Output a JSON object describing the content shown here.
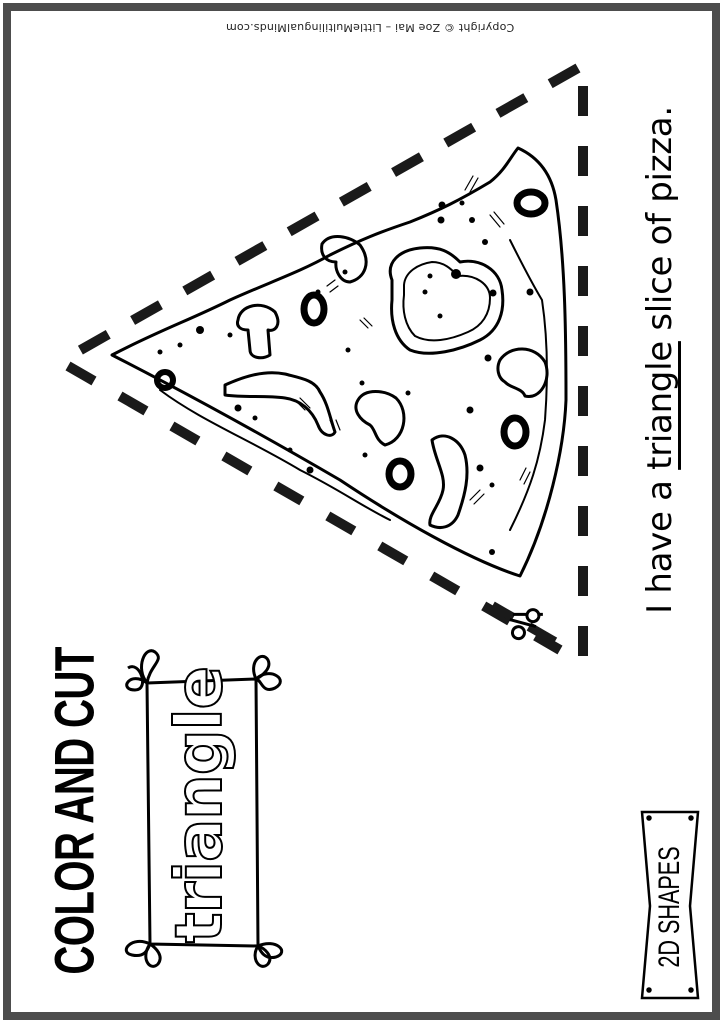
{
  "worksheet": {
    "copyright": "Copyright © Zoe Mai – LittleMultilingualMinds.com",
    "title": "COLOR AND CUT",
    "shape_word": "triangle",
    "sentence": {
      "prefix": "I have a ",
      "underlined_word": "triangle",
      "suffix": " slice of pizza."
    },
    "category_label": "2D SHAPES",
    "illustration": "pizza-slice",
    "cut_line": "dashed-triangle",
    "icons": [
      "scissors-icon"
    ],
    "colors": {
      "border": "#4d4d4d",
      "ink": "#000000",
      "paper": "#ffffff"
    }
  }
}
